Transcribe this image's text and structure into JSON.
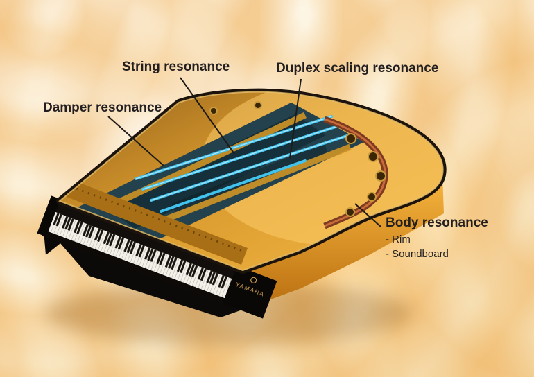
{
  "diagram": {
    "labels": {
      "string": "String resonance",
      "duplex": "Duplex scaling resonance",
      "damper": "Damper resonance",
      "body": "Body resonance",
      "body_items": [
        "- Rim",
        "- Soundboard"
      ]
    },
    "brand": "YAMAHA",
    "colors": {
      "label_text": "#231f20",
      "string_highlight_blue": "#41c3ee",
      "body_glow_amber": "#f5a62a",
      "plate_gold": "#d99a2e",
      "background_cream": "#fbf2de",
      "ripple_orange": "#eeb45e",
      "leader_line": "#1d1a17"
    }
  }
}
